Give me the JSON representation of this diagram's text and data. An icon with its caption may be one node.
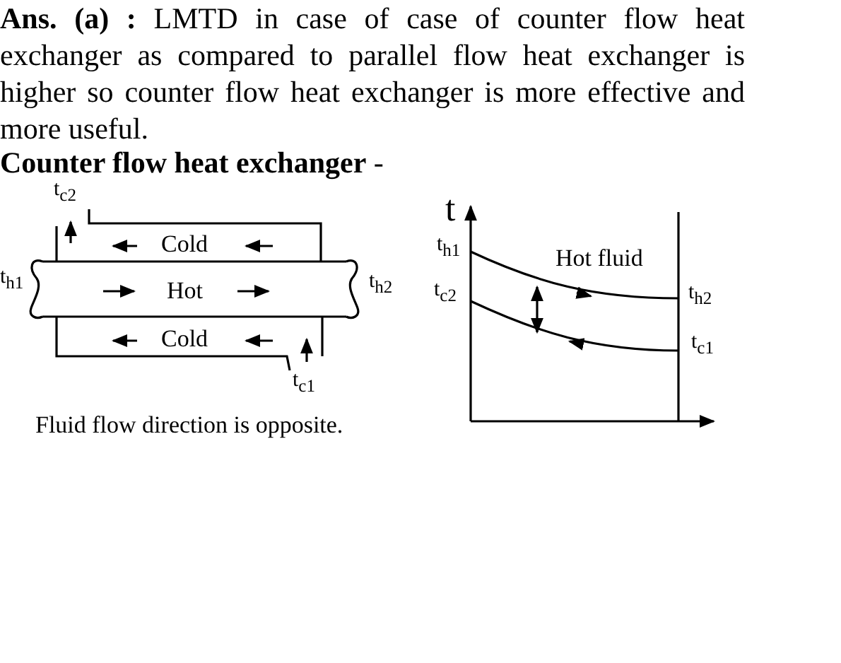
{
  "diagram": {
    "labels": [
      "**Ans. (a) :** LMTD in case of case of counter flow heat exchanger as compared to parallel flow heat exchanger is higher so counter flow heat exchanger is more effective and more useful.",
      "**Counter flow heat exchanger** -",
      "t$_{c2}$",
      "Cold",
      "t$_{h1}$",
      "Hot",
      "t$_{h2}$",
      "Cold",
      "t$_{c1}$",
      "Fluid flow direction is opposite.",
      "t",
      "t$_{h1}$",
      "t$_{c2}$",
      "Hot fluid",
      "t$_{h2}$",
      "t$_{c1}$"
    ]
  }
}
